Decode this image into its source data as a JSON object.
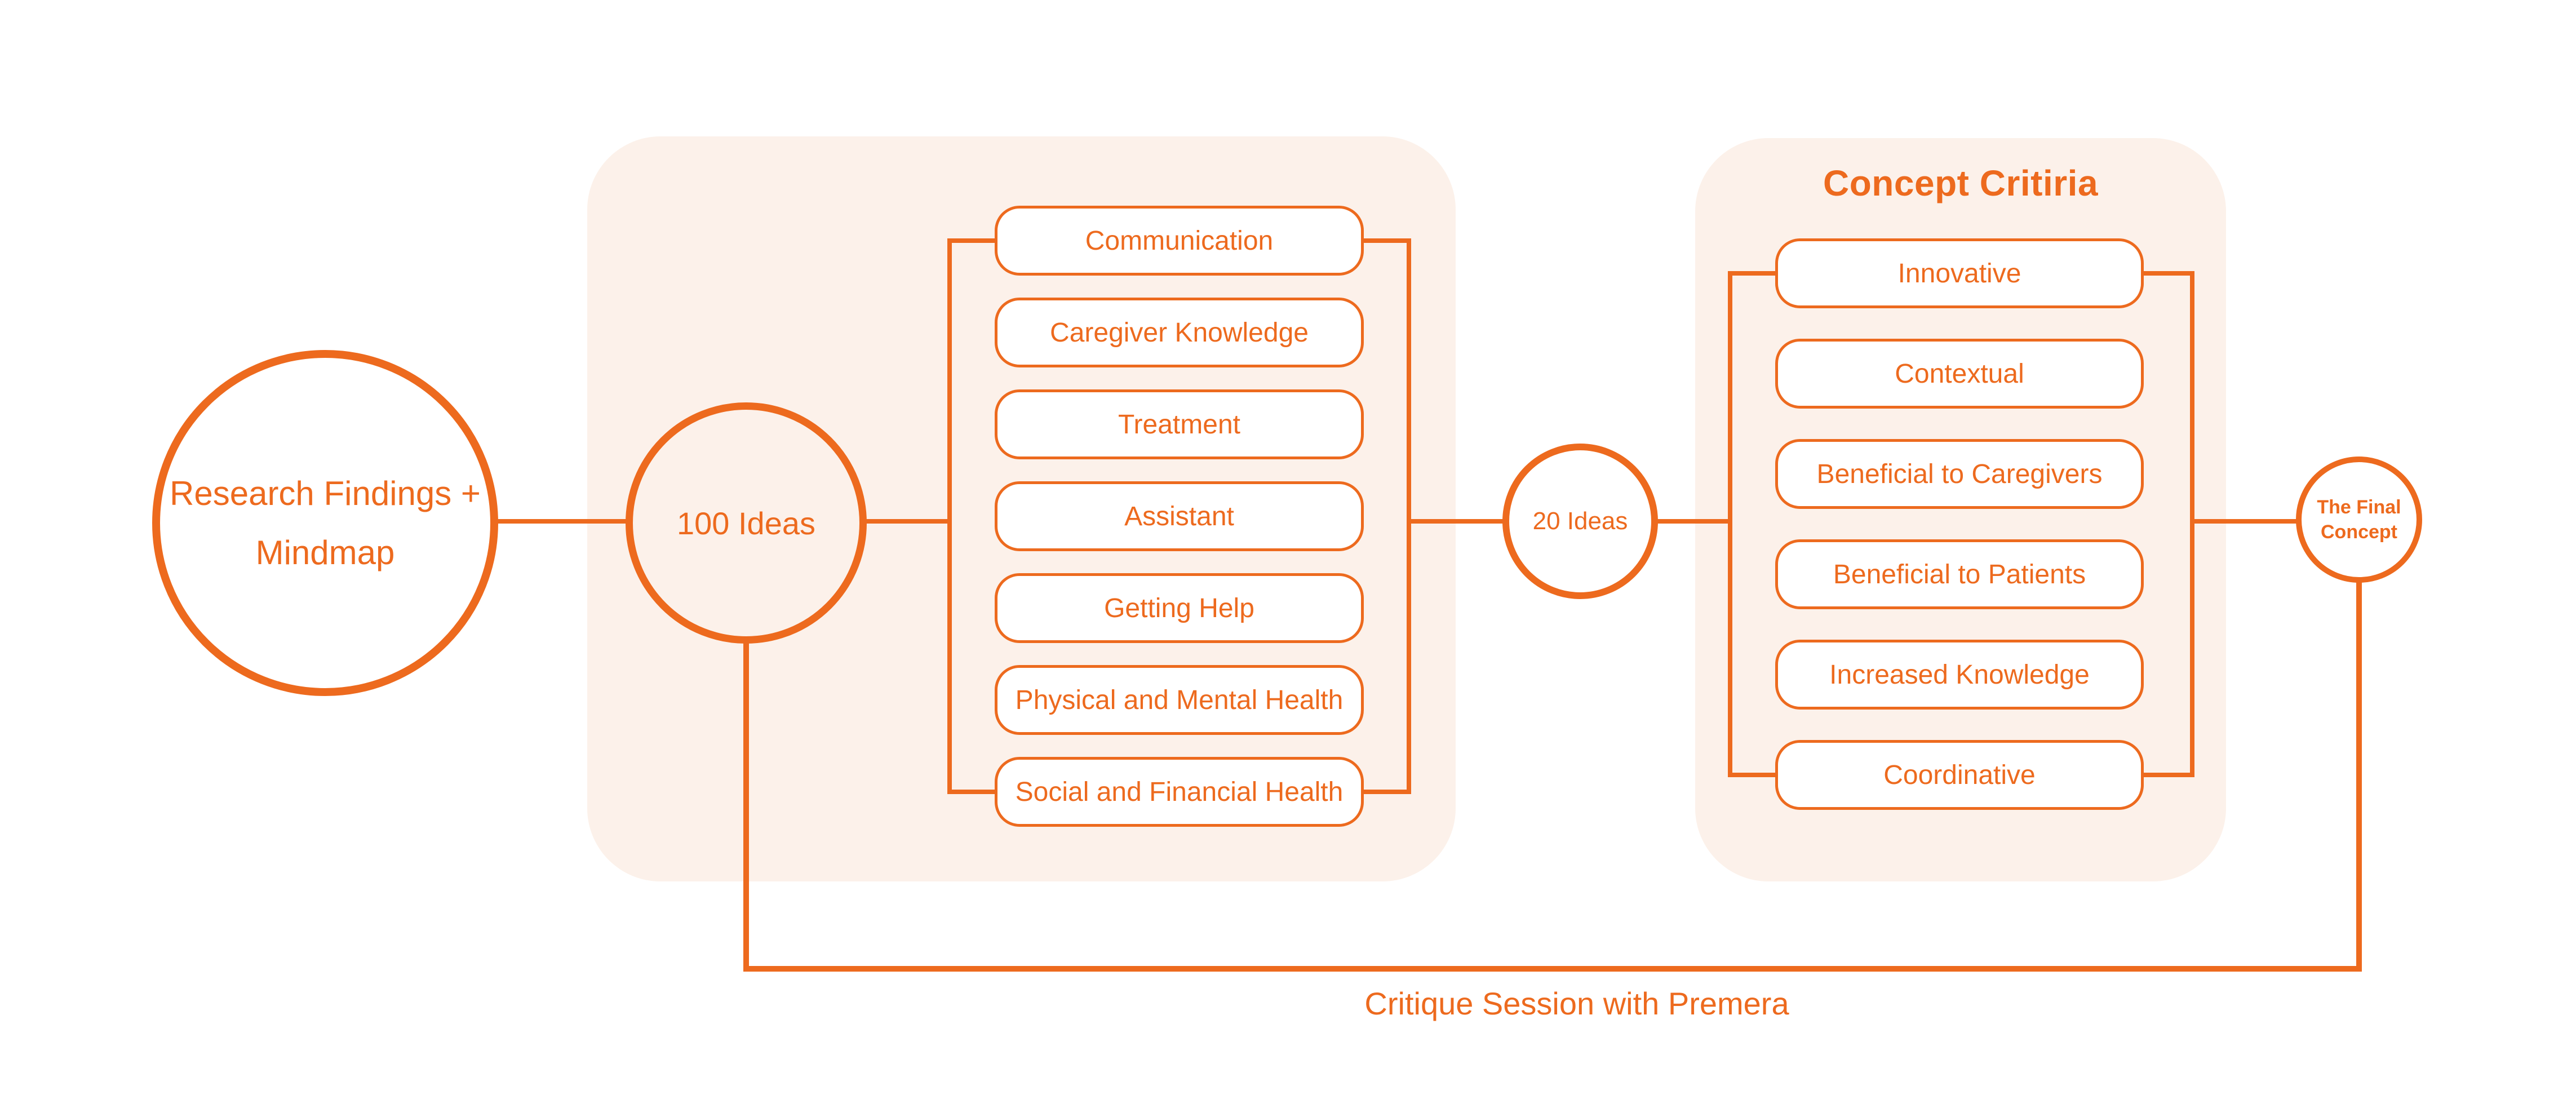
{
  "colors": {
    "accent": "#ED6A1E",
    "panel_bg": "#FCF1EA",
    "canvas_bg": "#FFFFFF"
  },
  "nodes": {
    "research": {
      "line1": "Research Findings +",
      "line2": "Mindmap"
    },
    "hundred": {
      "label": "100 Ideas"
    },
    "twenty": {
      "label": "20 Ideas"
    },
    "final": {
      "line1": "The Final",
      "line2": "Concept"
    }
  },
  "panel1": {
    "items": [
      "Communication",
      "Caregiver Knowledge",
      "Treatment",
      "Assistant",
      "Getting Help",
      "Physical and Mental Health",
      "Social and Financial Health"
    ]
  },
  "panel2": {
    "title": "Concept Critiria",
    "items": [
      "Innovative",
      "Contextual",
      "Beneficial to Caregivers",
      "Beneficial to Patients",
      "Increased Knowledge",
      "Coordinative"
    ]
  },
  "feedback": {
    "label": "Critique Session with Premera"
  }
}
